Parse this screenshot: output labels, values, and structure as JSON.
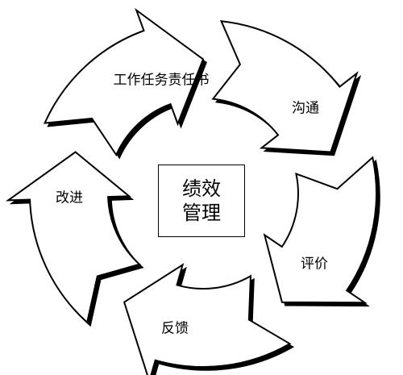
{
  "center": {
    "line1": "绩效",
    "line2": "管理"
  },
  "stages": [
    {
      "key": "task",
      "label": "工作任务责任书"
    },
    {
      "key": "communicate",
      "label": "沟通"
    },
    {
      "key": "evaluate",
      "label": "评价"
    },
    {
      "key": "feedback",
      "label": "反馈"
    },
    {
      "key": "improve",
      "label": "改进"
    }
  ],
  "colors": {
    "stroke": "#000000",
    "fill": "#ffffff",
    "background": "#ffffff"
  }
}
